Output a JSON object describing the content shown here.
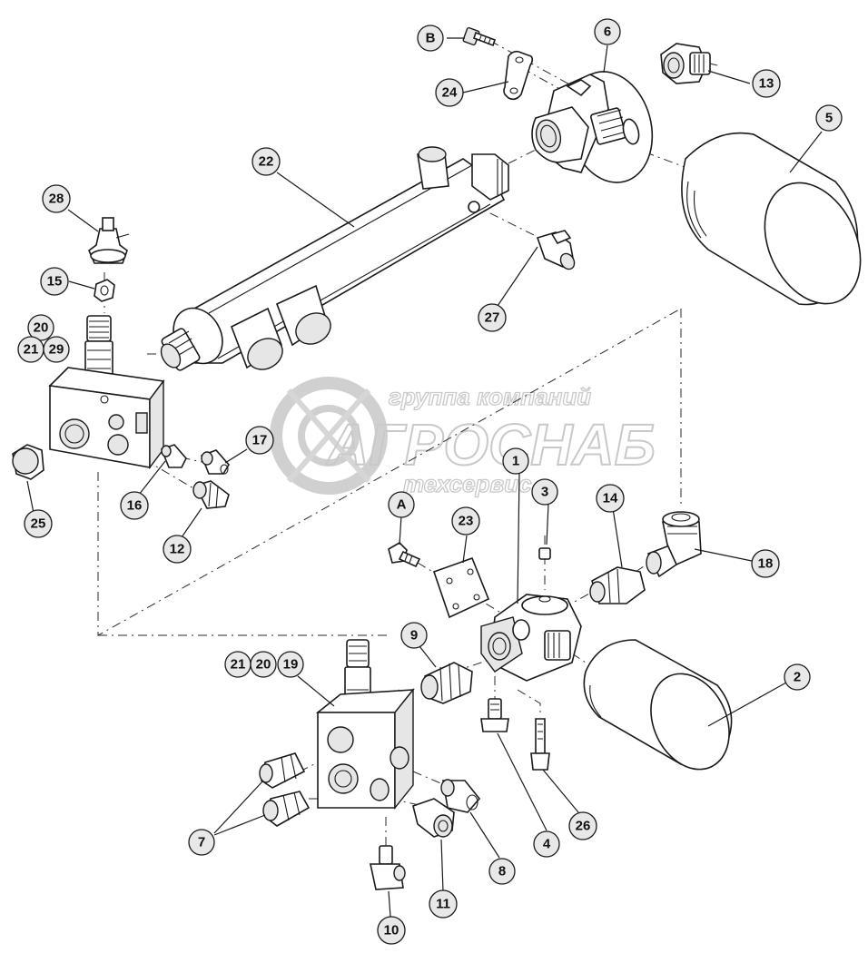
{
  "watermark": {
    "top_line": "группа компаний",
    "main_line": "АГРОСНАБ",
    "bottom_line": "техсервис"
  },
  "callouts": [
    {
      "label": "B"
    },
    {
      "label": "6"
    },
    {
      "label": "13"
    },
    {
      "label": "24"
    },
    {
      "label": "5"
    },
    {
      "label": "22"
    },
    {
      "label": "28"
    },
    {
      "label": "27"
    },
    {
      "label": "15"
    },
    {
      "label": "20"
    },
    {
      "label": "21"
    },
    {
      "label": "29"
    },
    {
      "label": "17"
    },
    {
      "label": "25"
    },
    {
      "label": "16"
    },
    {
      "label": "12"
    },
    {
      "label": "1"
    },
    {
      "label": "3"
    },
    {
      "label": "14"
    },
    {
      "label": "A"
    },
    {
      "label": "23"
    },
    {
      "label": "18"
    },
    {
      "label": "9"
    },
    {
      "label": "2"
    },
    {
      "label": "21"
    },
    {
      "label": "20"
    },
    {
      "label": "19"
    },
    {
      "label": "4"
    },
    {
      "label": "26"
    },
    {
      "label": "7"
    },
    {
      "label": "8"
    },
    {
      "label": "11"
    },
    {
      "label": "10"
    }
  ]
}
